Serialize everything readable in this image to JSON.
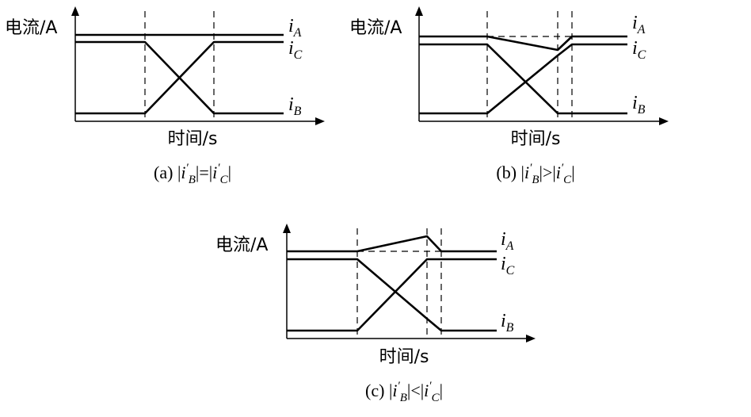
{
  "panels": [
    {
      "id": "a",
      "ylabel": "电流/A",
      "xlabel": "时间/s",
      "caption_prefix": "(a) ",
      "relation": "=",
      "series_labels": {
        "A": "A",
        "C": "C",
        "B": "B"
      }
    },
    {
      "id": "b",
      "ylabel": "电流/A",
      "xlabel": "时间/s",
      "caption_prefix": "(b) ",
      "relation": ">",
      "series_labels": {
        "A": "A",
        "C": "C",
        "B": "B"
      }
    },
    {
      "id": "c",
      "ylabel": "电流/A",
      "xlabel": "时间/s",
      "caption_prefix": "(c) ",
      "relation": "<",
      "series_labels": {
        "A": "A",
        "C": "C",
        "B": "B"
      }
    }
  ],
  "series_symbol": "i",
  "prime": "′",
  "bar": "|"
}
